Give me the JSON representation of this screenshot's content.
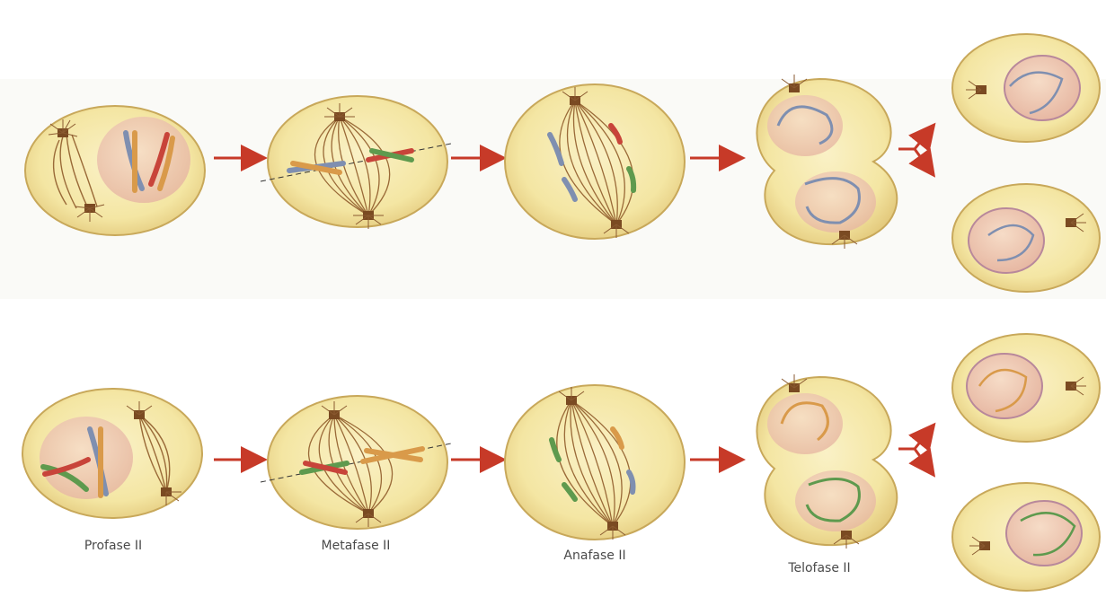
{
  "stages": [
    {
      "label": "Profase II"
    },
    {
      "label": "Metafase II"
    },
    {
      "label": "Anafase II"
    },
    {
      "label": "Telofase II"
    }
  ],
  "colors": {
    "cytoplasm": "#f4e6a3",
    "membrane": "#c8a85a",
    "nucleus": "#efc9b8",
    "spindle": "#9a6a38",
    "arrow": "#c73a28",
    "chromosome_blue": "#7f8fb0",
    "chromosome_orange": "#d99a4a",
    "chromosome_red": "#c8443a",
    "chromosome_green": "#5e9a4e"
  },
  "icons": [
    "centrosome-icon",
    "arrow-right-icon",
    "split-arrow-icon"
  ]
}
